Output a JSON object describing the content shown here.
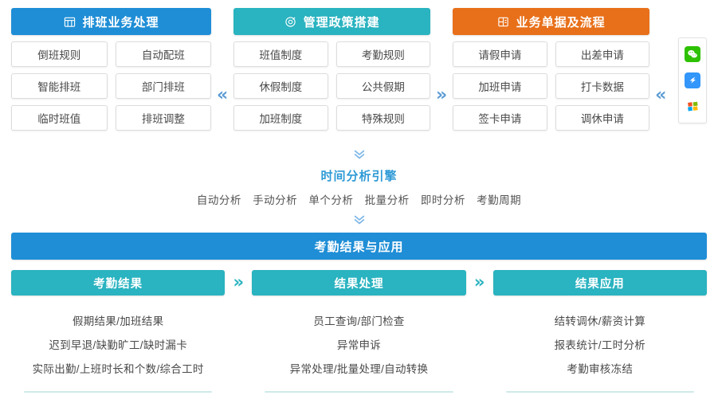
{
  "top": {
    "columns": [
      {
        "id": "scheduling",
        "icon": "calendar-icon",
        "title": "排班业务处理",
        "color": "#1f8ed6",
        "items": [
          "倒班规则",
          "自动配班",
          "智能排班",
          "部门排班",
          "临时班值",
          "排班调整"
        ]
      },
      {
        "id": "policy",
        "icon": "gear-target-icon",
        "title": "管理政策搭建",
        "color": "#2ab3c0",
        "items": [
          "班值制度",
          "考勤规则",
          "休假制度",
          "公共假期",
          "加班制度",
          "特殊规则"
        ]
      },
      {
        "id": "documents",
        "icon": "form-document-icon",
        "title": "业务单据及流程",
        "color": "#e8701a",
        "items": [
          "请假申请",
          "出差申请",
          "加班申请",
          "打卡数据",
          "签卡申请",
          "调休申请"
        ]
      }
    ],
    "separators": [
      {
        "id": "sep-1",
        "glyph": "«",
        "direction": "left"
      },
      {
        "id": "sep-2",
        "glyph": "»",
        "direction": "right"
      },
      {
        "id": "sep-3",
        "glyph": "«",
        "direction": "left"
      }
    ],
    "app_icons": [
      {
        "name": "wechat-icon",
        "label": "微信",
        "color": "#2dc100"
      },
      {
        "name": "dingtalk-icon",
        "label": "钉钉",
        "color": "#3296fa"
      },
      {
        "name": "windows-icon",
        "label": "Windows",
        "color": "#f25022"
      }
    ]
  },
  "engine": {
    "arrow_glyph": "»",
    "title": "时间分析引擎",
    "title_color": "#2f9ad6",
    "tags": [
      "自动分析",
      "手动分析",
      "单个分析",
      "批量分析",
      "即时分析",
      "考勤周期"
    ]
  },
  "result": {
    "banner_title": "考勤结果与应用",
    "banner_color": "#1f8ed6",
    "panel_color": "#2ab3c0",
    "chevron_glyph": "»",
    "panels": [
      {
        "id": "attendance-result",
        "title": "考勤结果",
        "lines": [
          "假期结果/加班结果",
          "迟到早退/缺勤旷工/缺时漏卡",
          "实际出勤/上班时长和个数/综合工时"
        ]
      },
      {
        "id": "result-processing",
        "title": "结果处理",
        "lines": [
          "员工查询/部门检查",
          "异常申诉",
          "异常处理/批量处理/自动转换"
        ]
      },
      {
        "id": "result-application",
        "title": "结果应用",
        "lines": [
          "结转调休/薪资计算",
          "报表统计/工时分析",
          "考勤审核冻结"
        ]
      }
    ]
  }
}
